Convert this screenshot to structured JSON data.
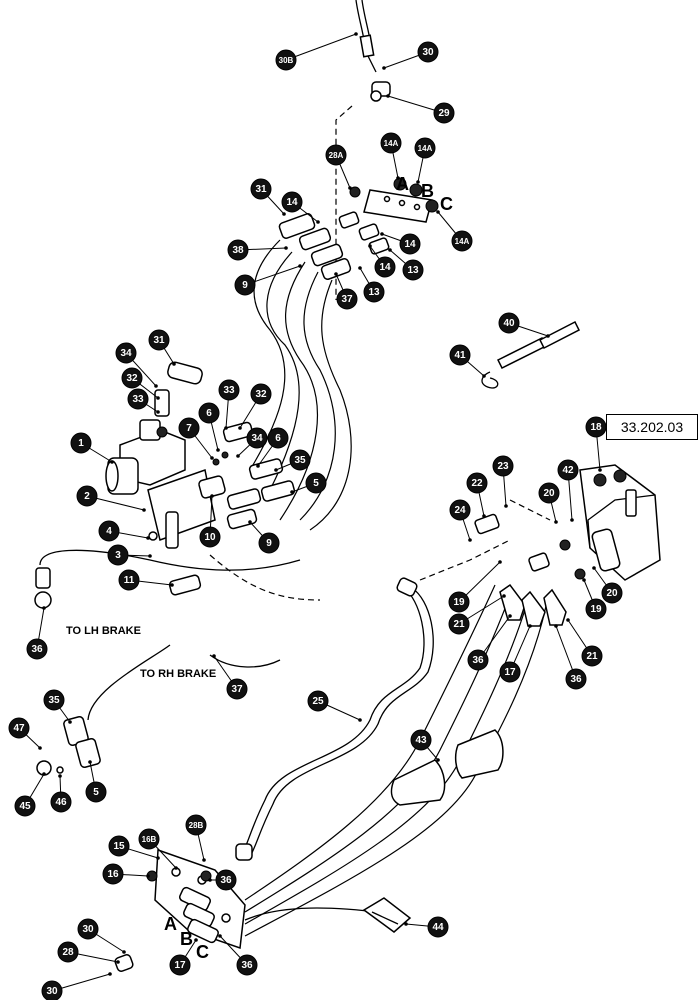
{
  "reference": "33.202.03",
  "notes": {
    "lh_brake": "TO LH BRAKE",
    "rh_brake": "TO RH BRAKE"
  },
  "port_letters": [
    "A",
    "B",
    "C",
    "A",
    "B",
    "C"
  ],
  "callouts": [
    {
      "id": "c-30b",
      "label": "30B"
    },
    {
      "id": "c-30a",
      "label": "30"
    },
    {
      "id": "c-29",
      "label": "29"
    },
    {
      "id": "c-28a",
      "label": "28A"
    },
    {
      "id": "c-14a-1",
      "label": "14A"
    },
    {
      "id": "c-14a-2",
      "label": "14A"
    },
    {
      "id": "c-14a-3",
      "label": "14A"
    },
    {
      "id": "c-31a",
      "label": "31"
    },
    {
      "id": "c-14-1",
      "label": "14"
    },
    {
      "id": "c-38a",
      "label": "38"
    },
    {
      "id": "c-9a",
      "label": "9"
    },
    {
      "id": "c-14-2",
      "label": "14"
    },
    {
      "id": "c-14-3",
      "label": "14"
    },
    {
      "id": "c-13-1",
      "label": "13"
    },
    {
      "id": "c-13-2",
      "label": "13"
    },
    {
      "id": "c-37a",
      "label": "37"
    },
    {
      "id": "c-40",
      "label": "40"
    },
    {
      "id": "c-41",
      "label": "41"
    },
    {
      "id": "c-31b",
      "label": "31"
    },
    {
      "id": "c-34a",
      "label": "34"
    },
    {
      "id": "c-32a",
      "label": "32"
    },
    {
      "id": "c-33a",
      "label": "33"
    },
    {
      "id": "c-33b",
      "label": "33"
    },
    {
      "id": "c-32b",
      "label": "32"
    },
    {
      "id": "c-6a",
      "label": "6"
    },
    {
      "id": "c-7",
      "label": "7"
    },
    {
      "id": "c-34b",
      "label": "34"
    },
    {
      "id": "c-6b",
      "label": "6"
    },
    {
      "id": "c-35a",
      "label": "35"
    },
    {
      "id": "c-5a",
      "label": "5"
    },
    {
      "id": "c-1",
      "label": "1"
    },
    {
      "id": "c-2",
      "label": "2"
    },
    {
      "id": "c-4",
      "label": "4"
    },
    {
      "id": "c-3",
      "label": "3"
    },
    {
      "id": "c-10",
      "label": "10"
    },
    {
      "id": "c-9b",
      "label": "9"
    },
    {
      "id": "c-11",
      "label": "11"
    },
    {
      "id": "c-36a",
      "label": "36"
    },
    {
      "id": "c-37b",
      "label": "37"
    },
    {
      "id": "c-18",
      "label": "18"
    },
    {
      "id": "c-23",
      "label": "23"
    },
    {
      "id": "c-22",
      "label": "22"
    },
    {
      "id": "c-24",
      "label": "24"
    },
    {
      "id": "c-20a",
      "label": "20"
    },
    {
      "id": "c-42",
      "label": "42"
    },
    {
      "id": "c-19a",
      "label": "19"
    },
    {
      "id": "c-20b",
      "label": "20"
    },
    {
      "id": "c-19b",
      "label": "19"
    },
    {
      "id": "c-21a",
      "label": "21"
    },
    {
      "id": "c-21b",
      "label": "21"
    },
    {
      "id": "c-36b",
      "label": "36"
    },
    {
      "id": "c-17a",
      "label": "17"
    },
    {
      "id": "c-36c",
      "label": "36"
    },
    {
      "id": "c-25",
      "label": "25"
    },
    {
      "id": "c-35b",
      "label": "35"
    },
    {
      "id": "c-47",
      "label": "47"
    },
    {
      "id": "c-45",
      "label": "45"
    },
    {
      "id": "c-46",
      "label": "46"
    },
    {
      "id": "c-5b",
      "label": "5"
    },
    {
      "id": "c-43",
      "label": "43"
    },
    {
      "id": "c-15",
      "label": "15"
    },
    {
      "id": "c-16b",
      "label": "16B"
    },
    {
      "id": "c-28b",
      "label": "28B"
    },
    {
      "id": "c-36d",
      "label": "36"
    },
    {
      "id": "c-16",
      "label": "16"
    },
    {
      "id": "c-44",
      "label": "44"
    },
    {
      "id": "c-30b2",
      "label": "30"
    },
    {
      "id": "c-28",
      "label": "28"
    },
    {
      "id": "c-30c",
      "label": "30"
    },
    {
      "id": "c-17b",
      "label": "17"
    },
    {
      "id": "c-36e",
      "label": "36"
    }
  ]
}
